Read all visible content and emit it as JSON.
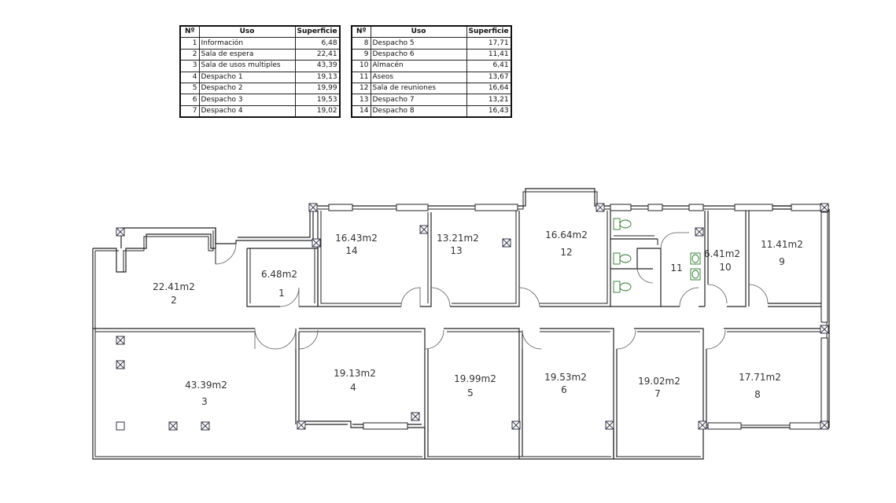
{
  "tables": {
    "headers": {
      "num": "Nº",
      "uso": "Uso",
      "sup": "Superficie"
    },
    "left": [
      {
        "n": "1",
        "uso": "Información",
        "sup": "6,48"
      },
      {
        "n": "2",
        "uso": "Sala de espera",
        "sup": "22,41"
      },
      {
        "n": "3",
        "uso": "Sala de usos multiples",
        "sup": "43,39"
      },
      {
        "n": "4",
        "uso": "Despacho 1",
        "sup": "19,13"
      },
      {
        "n": "5",
        "uso": "Despacho 2",
        "sup": "19,99"
      },
      {
        "n": "6",
        "uso": "Despacho 3",
        "sup": "19,53"
      },
      {
        "n": "7",
        "uso": "Despacho 4",
        "sup": "19,02"
      }
    ],
    "right": [
      {
        "n": "8",
        "uso": "Despacho 5",
        "sup": "17,71"
      },
      {
        "n": "9",
        "uso": "Despacho 6",
        "sup": "11,41"
      },
      {
        "n": "10",
        "uso": "Almacén",
        "sup": "6,41"
      },
      {
        "n": "11",
        "uso": "Aseos",
        "sup": "13,67"
      },
      {
        "n": "12",
        "uso": "Sala de reuniones",
        "sup": "16,64"
      },
      {
        "n": "13",
        "uso": "Despacho 7",
        "sup": "13,21"
      },
      {
        "n": "14",
        "uso": "Despacho 8",
        "sup": "16,43"
      }
    ]
  },
  "rooms": [
    {
      "id": "2",
      "area": "22.41m2"
    },
    {
      "id": "1",
      "area": "6.48m2"
    },
    {
      "id": "14",
      "area": "16.43m2"
    },
    {
      "id": "13",
      "area": "13.21m2"
    },
    {
      "id": "12",
      "area": "16.64m2"
    },
    {
      "id": "11",
      "area": ""
    },
    {
      "id": "10",
      "area": "6.41m2"
    },
    {
      "id": "9",
      "area": "11.41m2"
    },
    {
      "id": "3",
      "area": "43.39m2"
    },
    {
      "id": "4",
      "area": "19.13m2"
    },
    {
      "id": "5",
      "area": "19.99m2"
    },
    {
      "id": "6",
      "area": "19.53m2"
    },
    {
      "id": "7",
      "area": "19.02m2"
    },
    {
      "id": "8",
      "area": "17.71m2"
    }
  ],
  "colors": {
    "walls": "#222222",
    "fixtures": "#2a7a2a",
    "columns": "#334466"
  }
}
